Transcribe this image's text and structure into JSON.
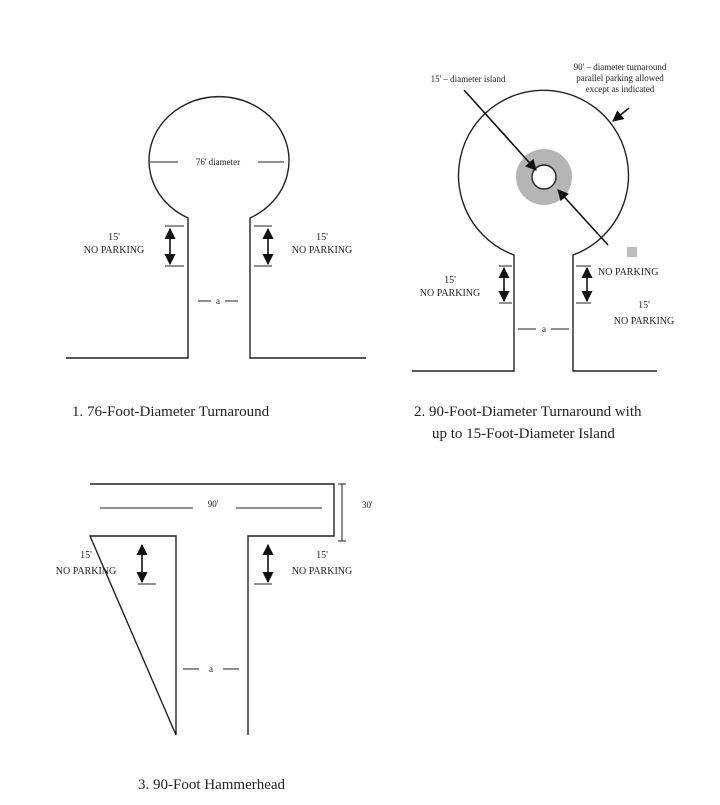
{
  "fig1": {
    "diameter_label": "76' diameter",
    "left_dist": "15'",
    "left_note": "NO PARKING",
    "right_dist": "15'",
    "right_note": "NO PARKING",
    "width_label": "a",
    "caption": "1. 76-Foot-Diameter Turnaround"
  },
  "fig2": {
    "island_label": "15' – diameter island",
    "turnaround_label_1": "90' – diameter turnaround",
    "turnaround_label_2": "parallel parking allowed",
    "turnaround_label_3": "except as indicated",
    "right_note": "NO PARKING",
    "left_dist": "15'",
    "left_note": "NO PARKING",
    "right_dist": "15'",
    "right_note_2": "NO PARKING",
    "width_label": "a",
    "caption_1": "2. 90-Foot-Diameter Turnaround with",
    "caption_2": "up to 15-Foot-Diameter Island",
    "island_color": "#b5b5b5"
  },
  "fig3": {
    "length_label": "90'",
    "depth_label": "30'",
    "left_dist": "15'",
    "left_note": "NO PARKING",
    "right_dist": "15'",
    "right_note": "NO PARKING",
    "width_label": "a",
    "caption": "3. 90-Foot Hammerhead"
  }
}
